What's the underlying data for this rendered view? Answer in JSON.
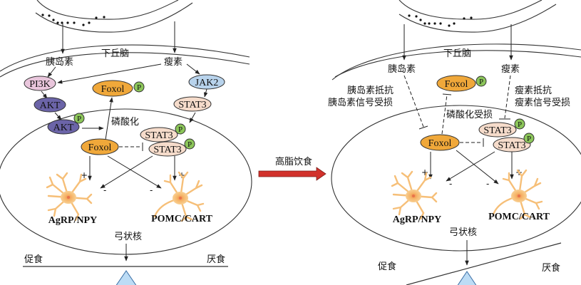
{
  "panels": [
    {
      "id": "normal",
      "region_label": "下丘脑",
      "nucleus_label": "弓状核",
      "insulin": "胰岛素",
      "leptin": "瘦素",
      "pi3k": "PI3K",
      "akt": "AKT",
      "akt_p": "AKT",
      "jak2": "JAK2",
      "stat3": "STAT3",
      "stat3_p1": "STAT3",
      "stat3_p2": "STAT3",
      "foxo_p": "Foxol",
      "foxo": "Foxol",
      "phospho_label": "磷酸化",
      "p_badge": "P",
      "neuron_left": "AgRP/NPY",
      "neuron_right": "POMC/CART",
      "plus": "+",
      "minus": "-",
      "promote_label": "促食",
      "suppress_label": "厌食"
    },
    {
      "id": "high_fat",
      "region_label": "下丘脑",
      "nucleus_label": "弓状核",
      "insulin": "胰岛素",
      "leptin": "瘦素",
      "insulin_resist_1": "胰岛素抵抗",
      "insulin_resist_2": "胰岛素信号受损",
      "leptin_resist_1": "瘦素抵抗",
      "leptin_resist_2": "瘦素信号受损",
      "stat3_p1": "STAT3",
      "stat3_p2": "STAT3",
      "foxo_p": "Foxol",
      "foxo": "Foxol",
      "phospho_label": "磷酸化受损",
      "p_badge": "P",
      "neuron_left": "AgRP/NPY",
      "neuron_right": "POMC/CART",
      "plus": "+",
      "minus": "-",
      "promote_label": "促食",
      "suppress_label": "厌食"
    }
  ],
  "transition": {
    "label": "高脂饮食"
  },
  "colors": {
    "pi3k": "#e9c6dc",
    "akt": "#6b64a8",
    "jak2": "#b8d3ec",
    "stat3": "#f6dccb",
    "foxo": "#f0a83a",
    "p_badge": "#8cc65a",
    "arrow_red": "#d2312b",
    "fulcrum": "#bcdcf5",
    "neuron": "#f5c27a",
    "neuron_core": "#f29a5a"
  }
}
